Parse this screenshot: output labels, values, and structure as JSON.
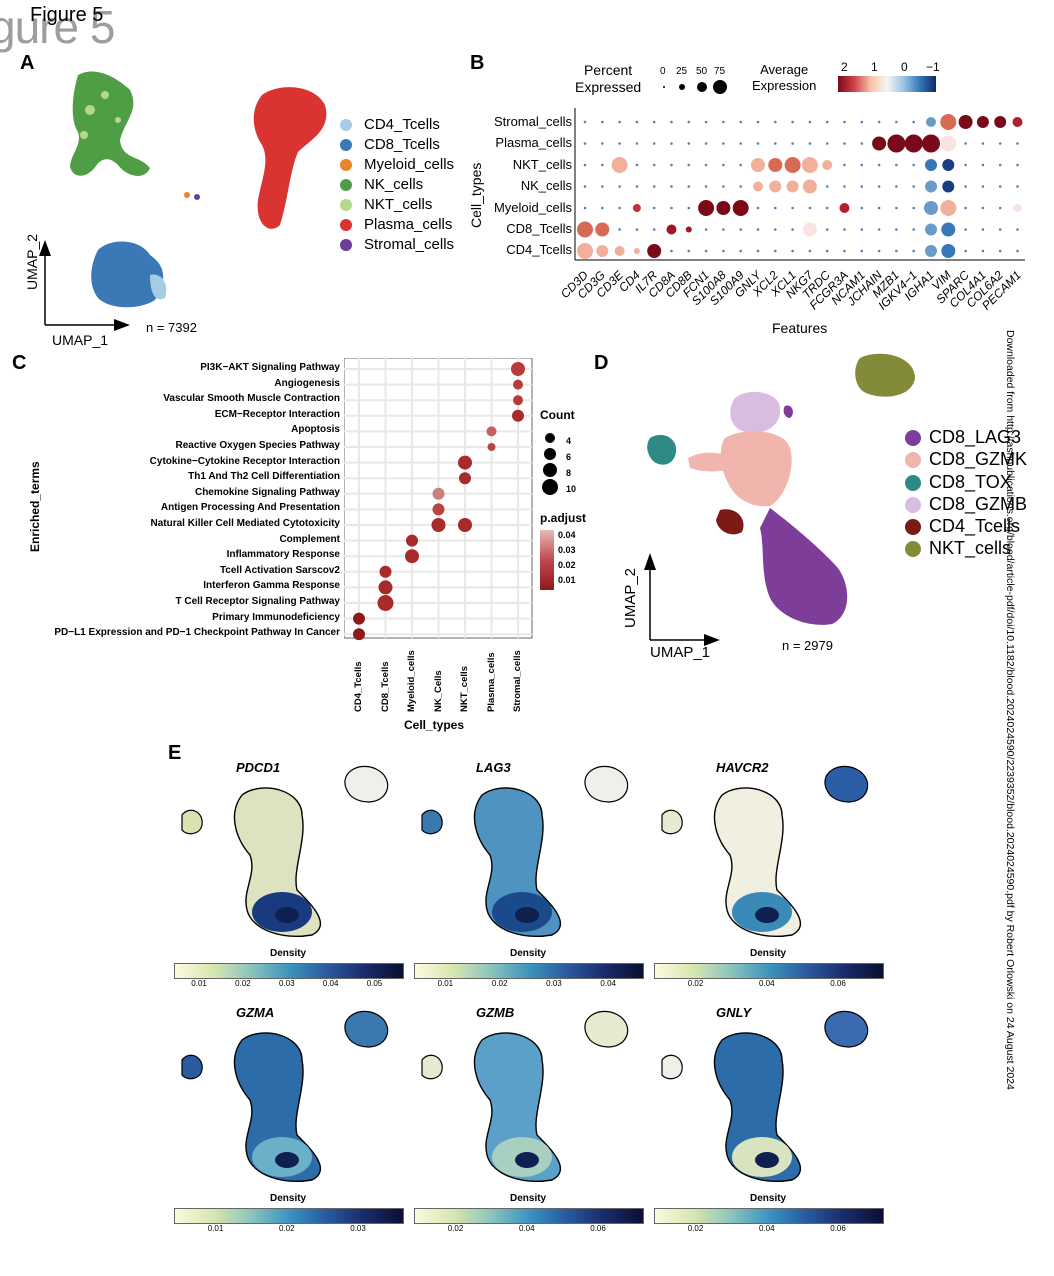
{
  "figure_title": "Figure 5",
  "figure_title_ghost": "gure 5",
  "panels": {
    "A": "A",
    "B": "B",
    "C": "C",
    "D": "D",
    "E": "E"
  },
  "panel_a": {
    "legend": [
      {
        "label": "CD4_Tcells",
        "color": "#a8cce4"
      },
      {
        "label": "CD8_Tcells",
        "color": "#3b78b6"
      },
      {
        "label": "Myeloid_cells",
        "color": "#e8852a"
      },
      {
        "label": "NK_cells",
        "color": "#4f9e45"
      },
      {
        "label": "NKT_cells",
        "color": "#b4d98a"
      },
      {
        "label": "Plasma_cells",
        "color": "#d93432"
      },
      {
        "label": "Stromal_cells",
        "color": "#6a3d97"
      }
    ],
    "xlabel": "UMAP_1",
    "ylabel": "UMAP_2",
    "n_label": "n = 7392"
  },
  "panel_b": {
    "legend_pct_title": "Percent\nExpressed",
    "legend_pct_ticks": [
      "0",
      "25",
      "50",
      "75"
    ],
    "legend_avg_title": "Average\nExpression",
    "legend_avg_ticks": [
      "2",
      "1",
      "0",
      "−1"
    ],
    "xlabel": "Features",
    "ylabel": "Cell_types",
    "rows": [
      "Stromal_cells",
      "Plasma_cells",
      "NKT_cells",
      "NK_cells",
      "Myeloid_cells",
      "CD8_Tcells",
      "CD4_Tcells"
    ],
    "features": [
      "CD3D",
      "CD3G",
      "CD3E",
      "CD4",
      "IL7R",
      "CD8A",
      "CD8B",
      "FCN1",
      "S100A8",
      "S100A9",
      "GNLY",
      "XCL2",
      "XCL1",
      "NKG7",
      "TRDC",
      "FCGR3A",
      "NCAM1",
      "JCHAIN",
      "MZB1",
      "IGKV4−1",
      "IGHA1",
      "VIM",
      "SPARC",
      "COL4A1",
      "COL6A2",
      "PECAM1"
    ]
  },
  "panel_c": {
    "ylabel": "Enriched_terms",
    "xlabel": "Cell_types",
    "terms": [
      "PI3K−AKT Signaling Pathway",
      "Angiogenesis",
      "Vascular Smooth Muscle Contraction",
      "ECM−Receptor Interaction",
      "Apoptosis",
      "Reactive Oxygen Species Pathway",
      "Cytokine−Cytokine Receptor Interaction",
      "Th1 And Th2 Cell Differentiation",
      "Chemokine Signaling Pathway",
      "Antigen Processing And Presentation",
      "Natural Killer Cell Mediated Cytotoxicity",
      "Complement",
      "Inflammatory Response",
      "Tcell Activation Sarscov2",
      "Interferon Gamma Response",
      "T Cell Receptor Signaling Pathway",
      "Primary Immunodeficiency",
      "PD−L1 Expression and PD−1 Checkpoint Pathway In Cancer"
    ],
    "cell_types": [
      "CD4_Tcells",
      "CD8_Tcells",
      "Myeloid_cells",
      "NK_Cells",
      "NKT_cells",
      "Plasma_cells",
      "Stromal_cells"
    ],
    "count_title": "Count",
    "count_ticks": [
      "4",
      "6",
      "8",
      "10"
    ],
    "padj_title": "p.adjust",
    "padj_ticks": [
      "0.04",
      "0.03",
      "0.02",
      "0.01"
    ]
  },
  "panel_d": {
    "legend": [
      {
        "label": "CD8_LAG3",
        "color": "#7e3d98"
      },
      {
        "label": "CD8_GZMK",
        "color": "#f0b6ae"
      },
      {
        "label": "CD8_TOX",
        "color": "#2f8a86"
      },
      {
        "label": "CD8_GZMB",
        "color": "#d8bde0"
      },
      {
        "label": "CD4_Tcells",
        "color": "#7c1a16"
      },
      {
        "label": "NKT_cells",
        "color": "#848b38"
      }
    ],
    "xlabel": "UMAP_1",
    "ylabel": "UMAP_2",
    "n_label": "n = 2979"
  },
  "panel_e": {
    "density_label": "Density",
    "genes": [
      {
        "name": "PDCD1",
        "ticks": [
          "0.01",
          "0.02",
          "0.03",
          "0.04",
          "0.05"
        ]
      },
      {
        "name": "LAG3",
        "ticks": [
          "0.01",
          "0.02",
          "0.03",
          "0.04"
        ]
      },
      {
        "name": "HAVCR2",
        "ticks": [
          "0.02",
          "0.04",
          "0.06"
        ]
      },
      {
        "name": "GZMA",
        "ticks": [
          "0.01",
          "0.02",
          "0.03"
        ]
      },
      {
        "name": "GZMB",
        "ticks": [
          "0.02",
          "0.04",
          "0.06"
        ]
      },
      {
        "name": "GNLY",
        "ticks": [
          "0.02",
          "0.04",
          "0.06"
        ]
      }
    ]
  },
  "watermark": "Downloaded from http://ashpublications.org/blood/article-pdf/doi/10.1182/blood.2024024590/2239352/blood.2024024590.pdf by Robert Orlowski on 24 August 2024"
}
